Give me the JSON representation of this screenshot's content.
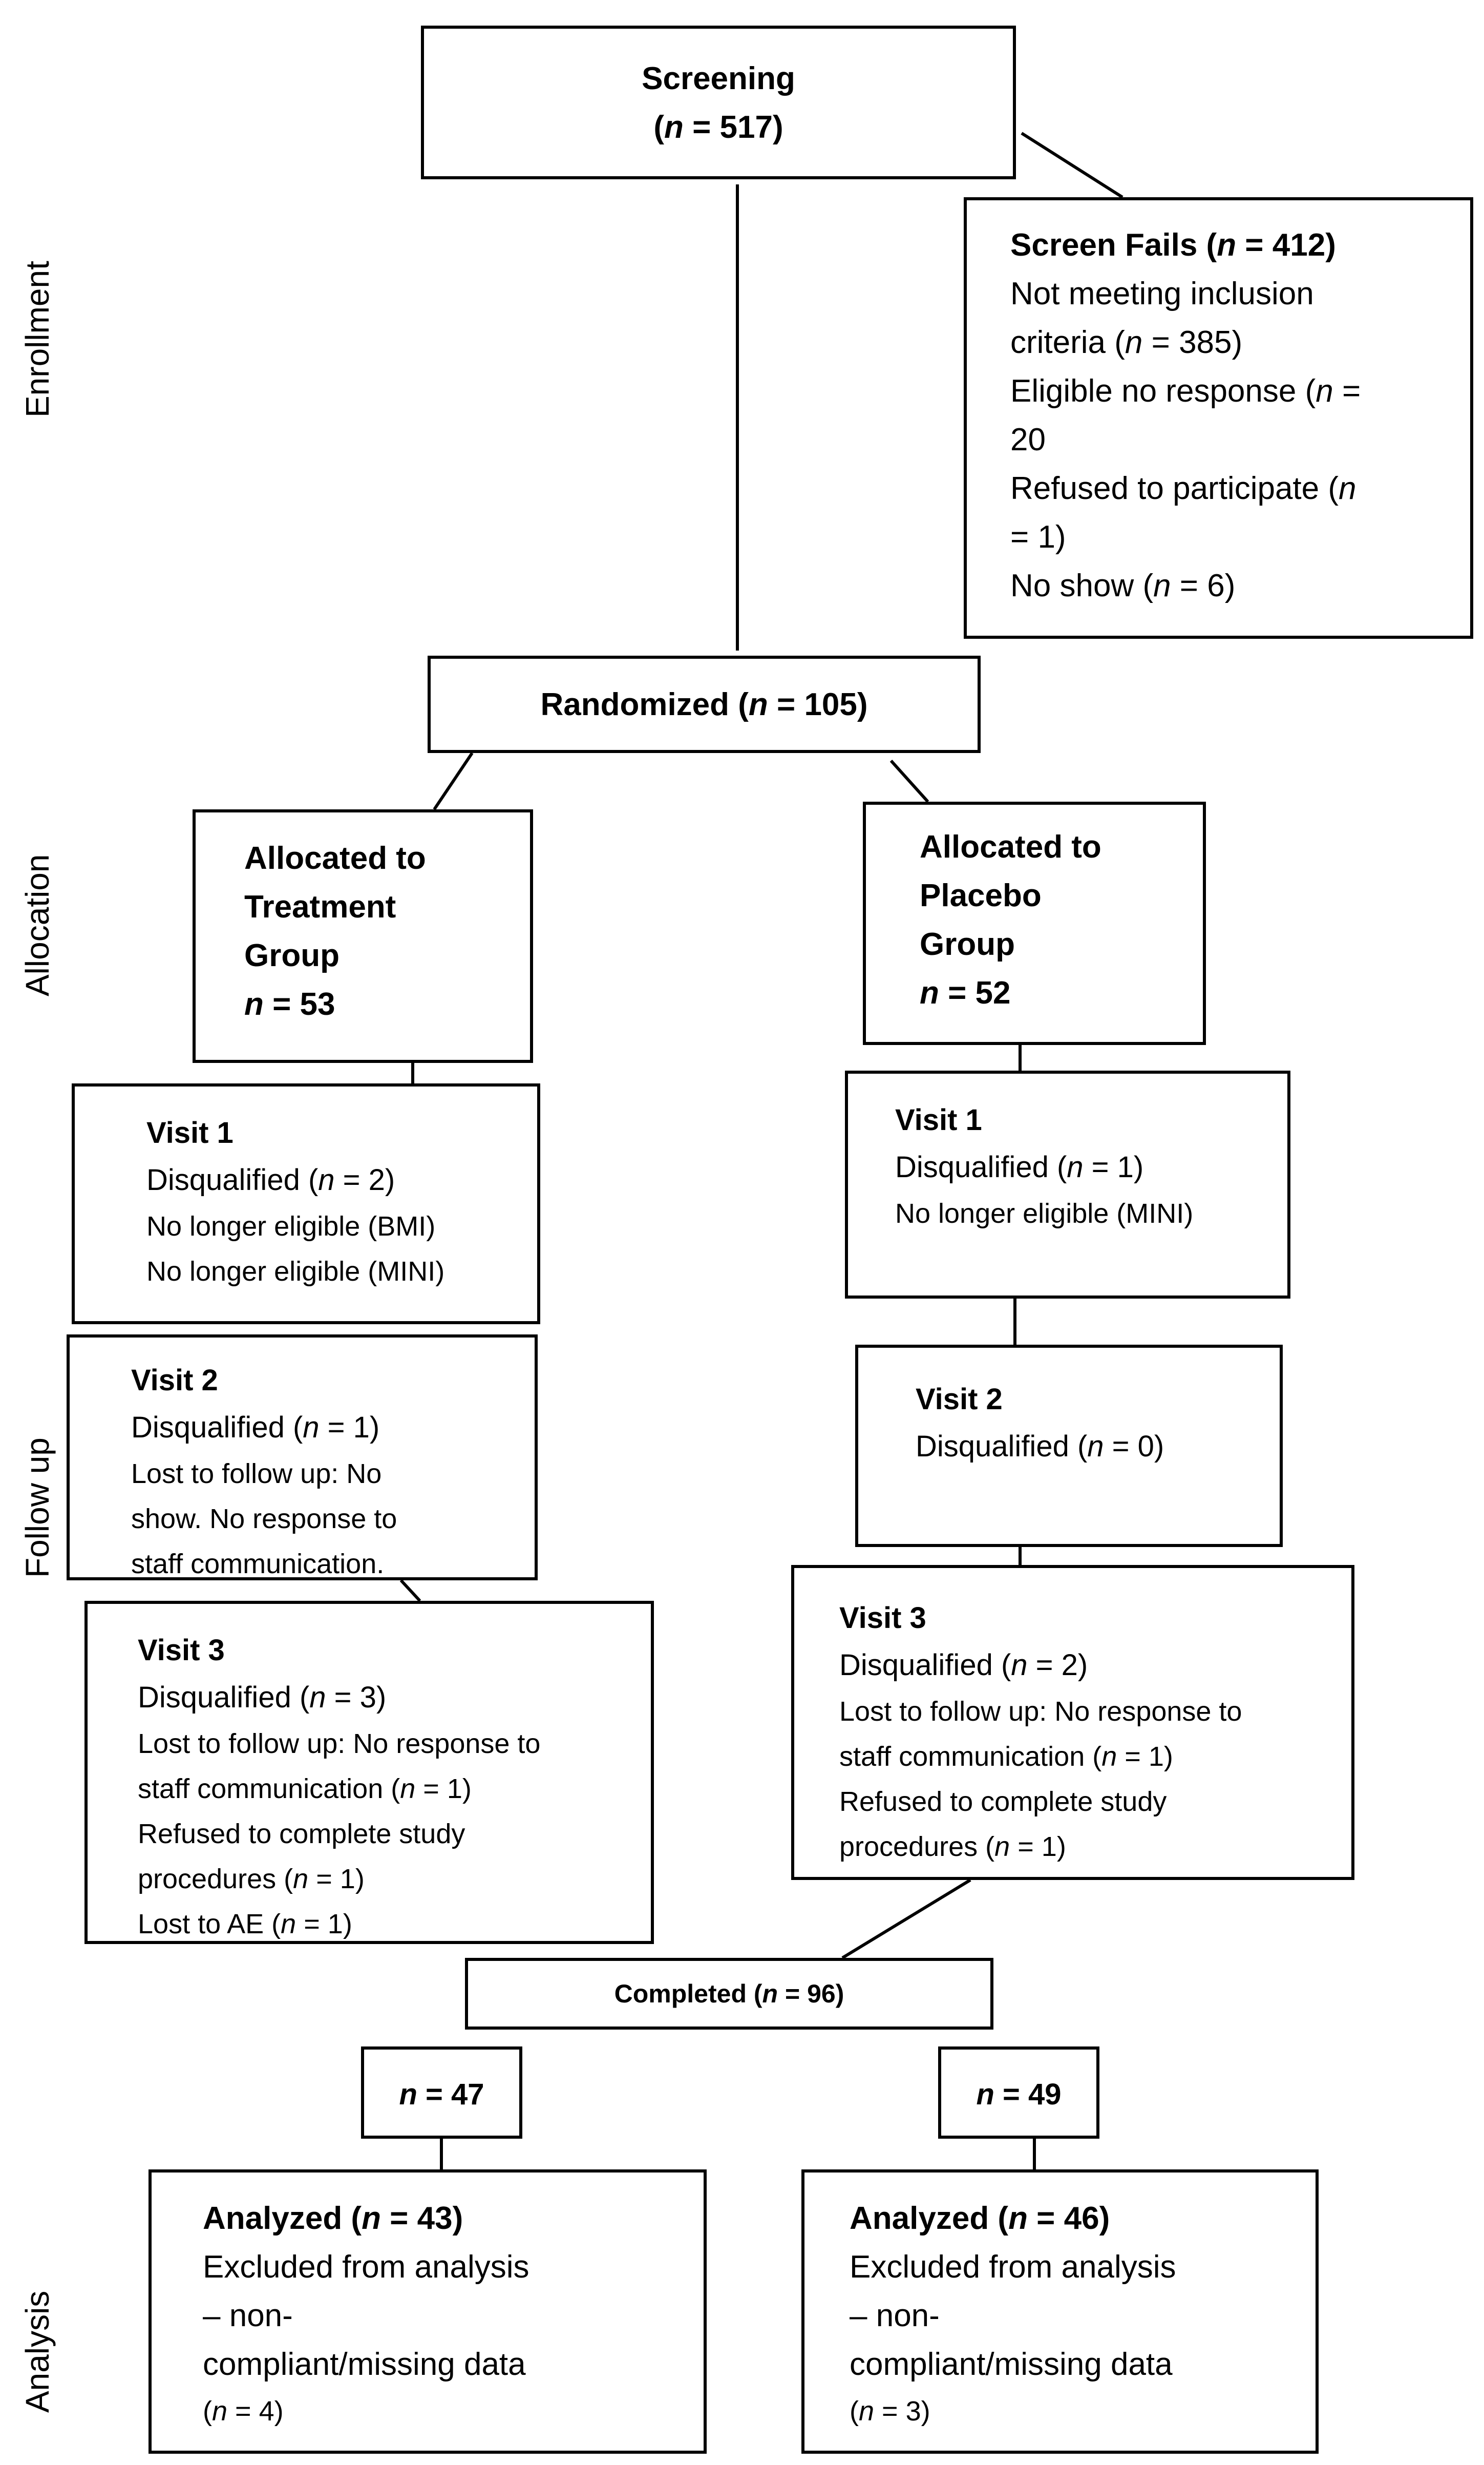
{
  "stages": {
    "enrollment": "Enrollment",
    "allocation": "Allocation",
    "follow_up": "Follow up",
    "analysis": "Analysis"
  },
  "screening": {
    "label": "Screening",
    "n": "517"
  },
  "screen_fails": {
    "label": "Screen Fails",
    "n": "412",
    "reasons": [
      {
        "text_a": "Not meeting inclusion",
        "text_b": "criteria",
        "n": "385"
      },
      {
        "text_a": "Eligible no response",
        "n": "20"
      },
      {
        "text_a": "Refused to participate",
        "n": "1"
      },
      {
        "text_a": "No show",
        "n": "6"
      }
    ]
  },
  "randomized": {
    "label": "Randomized",
    "n": "105"
  },
  "treatment": {
    "alloc_lines": [
      "Allocated to",
      "Treatment",
      "Group"
    ],
    "alloc_n": "53",
    "visit1": {
      "title": "Visit 1",
      "disq_n": "2",
      "details": [
        "No longer eligible (BMI)",
        "No longer eligible (MINI)"
      ]
    },
    "visit2": {
      "title": "Visit 2",
      "disq_n": "1",
      "details": [
        "Lost to follow up: No",
        "show. No response to",
        "staff communication."
      ]
    },
    "visit3": {
      "title": "Visit 3",
      "disq_n": "3",
      "d1a": "Lost to follow up: No response to",
      "d1b": "staff communication",
      "d1n": "1",
      "d2a": "Refused to complete study",
      "d2b": "procedures",
      "d2n": "1",
      "d3a": "Lost to AE",
      "d3n": "1"
    },
    "n_after": "47",
    "analyzed_n": "43",
    "excluded_lines": [
      "Excluded from analysis",
      "– non-",
      "compliant/missing data"
    ],
    "excluded_n": "4"
  },
  "placebo": {
    "alloc_lines": [
      "Allocated to",
      "Placebo",
      "Group"
    ],
    "alloc_n": "52",
    "visit1": {
      "title": "Visit 1",
      "disq_n": "1",
      "details": [
        "No longer eligible (MINI)"
      ]
    },
    "visit2": {
      "title": "Visit 2",
      "disq_n": "0"
    },
    "visit3": {
      "title": "Visit 3",
      "disq_n": "2",
      "d1a": "Lost to follow up: No response to",
      "d1b": "staff communication",
      "d1n": "1",
      "d2a": "Refused to complete study",
      "d2b": "procedures",
      "d2n": "1"
    },
    "n_after": "49",
    "analyzed_n": "46",
    "excluded_lines": [
      "Excluded from analysis",
      "– non-",
      "compliant/missing data"
    ],
    "excluded_n": "3"
  },
  "completed": {
    "label": "Completed",
    "n": "96"
  },
  "common": {
    "n_symbol": "n",
    "disqualified": "Disqualified",
    "analyzed": "Analyzed"
  }
}
